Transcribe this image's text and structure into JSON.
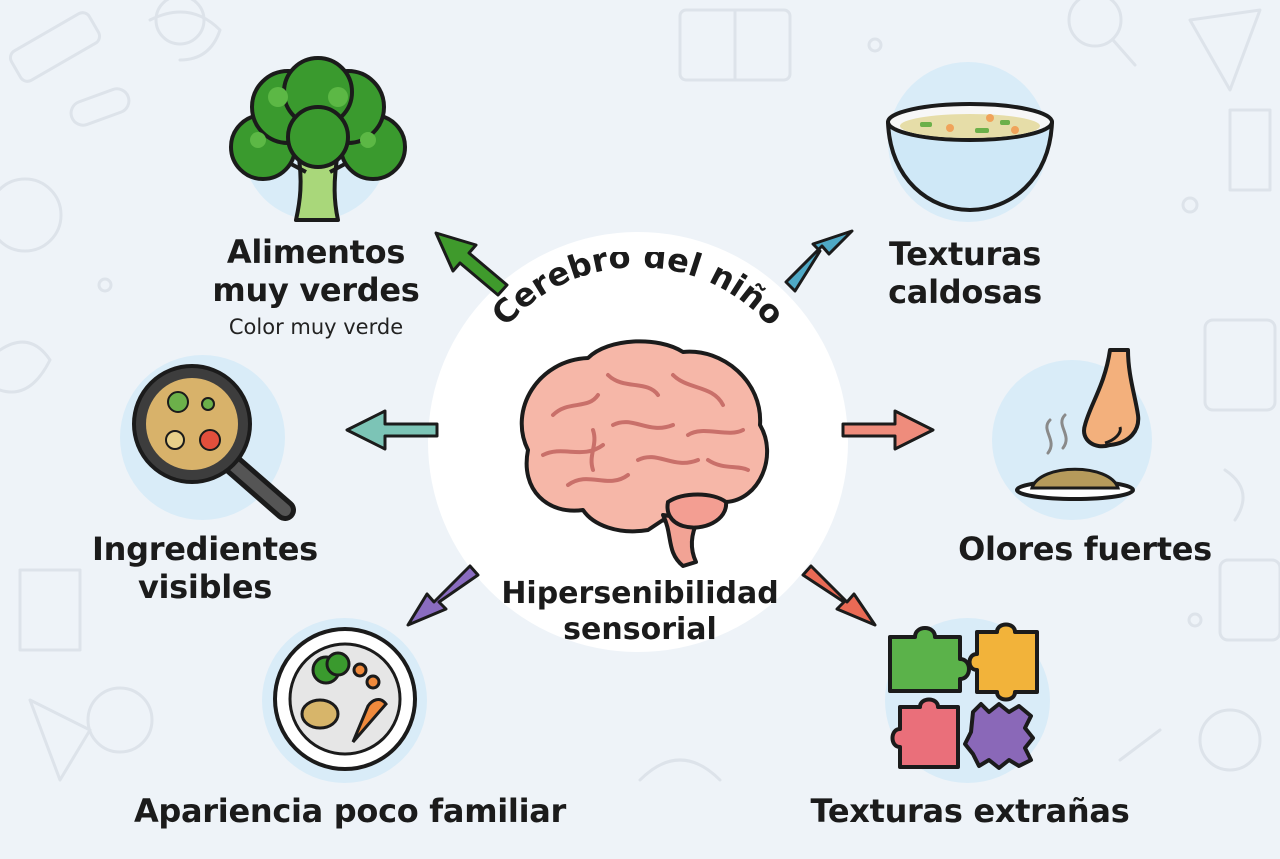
{
  "center": {
    "title": "Cerebro del niño",
    "subtitle_line1": "Hipersenibilidad",
    "subtitle_line2": "sensorial",
    "icon": "brain-icon"
  },
  "factors": {
    "greens": {
      "title_line1": "Alimentos",
      "title_line2": "muy verdes",
      "caption": "Color muy verde",
      "icon": "broccoli-icon",
      "arrow_color": "#3f9a2c"
    },
    "brothy": {
      "title_line1": "Texturas",
      "title_line2": "caldosas",
      "icon": "soup-bowl-icon",
      "arrow_color": "#4fa9c6"
    },
    "visible": {
      "title_line1": "Ingredientes",
      "title_line2": "visibles",
      "icon": "magnifier-icon",
      "arrow_color": "#7cc4b6"
    },
    "smells": {
      "title": "Olores fuertes",
      "icon": "nose-icon",
      "arrow_color": "#ef8c7c"
    },
    "unfamiliar": {
      "title": "Apariencia poco familiar",
      "icon": "plate-icon",
      "arrow_color": "#8a6cc0"
    },
    "strange_textures": {
      "title": "Texturas extrañas",
      "icon": "puzzle-icon",
      "arrow_color": "#e96a55"
    }
  }
}
